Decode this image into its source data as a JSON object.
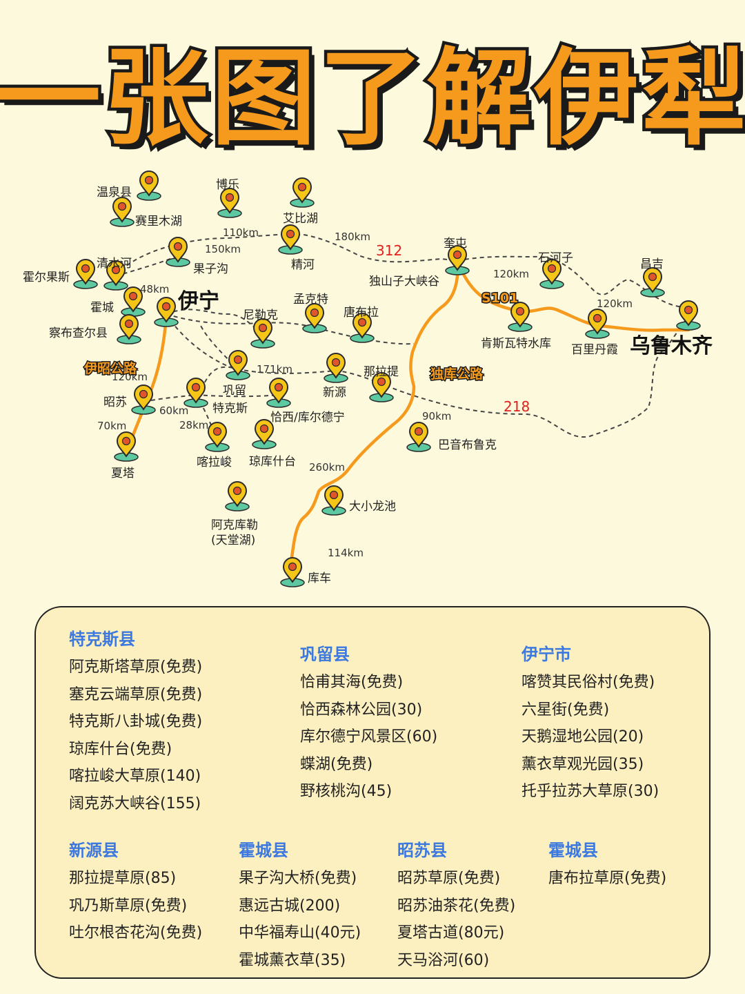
{
  "title": "一张图了解伊犁",
  "colors": {
    "accent": "#f59a1c",
    "background": "#fdf9dc",
    "panel": "#fdf0c0",
    "heading": "#3b78e0",
    "route_number": "#e0201c",
    "pin": "#f5c518",
    "pin_base": "#5cc9a0"
  },
  "map": {
    "places": {
      "wenquan": "温泉县",
      "bole": "博乐",
      "sailimu": "赛里木湖",
      "aibi": "艾比湖",
      "qingshuihe": "清水河",
      "guozigou": "果子沟",
      "jinghe": "精河",
      "khorgas": "霍尔果斯",
      "huocheng": "霍城",
      "yining": "伊宁",
      "qapqal": "察布查尔县",
      "nilka": "尼勒克",
      "mengkete": "孟克特",
      "tangbula": "唐布拉",
      "kuytun": "奎屯",
      "dushanzi": "独山子大峡谷",
      "shihezi": "石河子",
      "changji": "昌吉",
      "kensiwate": "肯斯瓦特水库",
      "bailidanxia": "百里丹霞",
      "urumqi": "乌鲁木齐",
      "gongliu": "巩留",
      "xinyuan": "新源",
      "nalati": "那拉提",
      "zhaosu": "昭苏",
      "tekes": "特克斯",
      "qiaxi": "恰西/库尔德宁",
      "kalajun": "喀拉峻",
      "qiongkushitai": "琼库什台",
      "xiata": "夏塔",
      "bayinbuluke": "巴音布鲁克",
      "daxiaolongchi": "大小龙池",
      "akekule": "阿克库勒",
      "akekule_sub": "(天堂湖)",
      "kuqa": "库车"
    },
    "distances": {
      "d1": "110km",
      "d2": "150km",
      "d3": "180km",
      "d4": "48km",
      "d5": "120km",
      "d6": "120km",
      "d7": "171km",
      "d8": "120km",
      "d9": "60km",
      "d10": "28km",
      "d11": "70km",
      "d12": "90km",
      "d13": "260km",
      "d14": "114km"
    },
    "route_numbers": {
      "g312": "312",
      "g218": "218"
    },
    "road_names": {
      "s101": "S101",
      "duku": "独库公路",
      "yizhao": "伊昭公路"
    }
  },
  "panel": {
    "groups": [
      {
        "name": "特克斯县",
        "items": [
          "阿克斯塔草原(免费)",
          "塞克云端草原(免费)",
          "特克斯八卦城(免费)",
          "琼库什台(免费)",
          "喀拉峻大草原(140)",
          "阔克苏大峡谷(155)"
        ]
      },
      {
        "name": "巩留县",
        "items": [
          "恰甫其海(免费)",
          "恰西森林公园(30)",
          "库尔德宁风景区(60)",
          "蝶湖(免费)",
          "野核桃沟(45)"
        ]
      },
      {
        "name": "伊宁市",
        "items": [
          "喀赞其民俗村(免费)",
          "六星街(免费)",
          "天鹅湿地公园(20)",
          "薰衣草观光园(35)",
          "托乎拉苏大草原(30)"
        ]
      },
      {
        "name": "新源县",
        "items": [
          "那拉提草原(85)",
          "巩乃斯草原(免费)",
          "吐尔根杏花沟(免费)"
        ]
      },
      {
        "name": "霍城县",
        "items": [
          "果子沟大桥(免费)",
          "惠远古城(200)",
          "中华福寿山(40元)",
          "霍城薰衣草(35)"
        ]
      },
      {
        "name": "昭苏县",
        "items": [
          "昭苏草原(免费)",
          "昭苏油茶花(免费)",
          "夏塔古道(80元)",
          "天马浴河(60)"
        ]
      },
      {
        "name": "霍城县",
        "items": [
          "唐布拉草原(免费)"
        ]
      }
    ]
  }
}
